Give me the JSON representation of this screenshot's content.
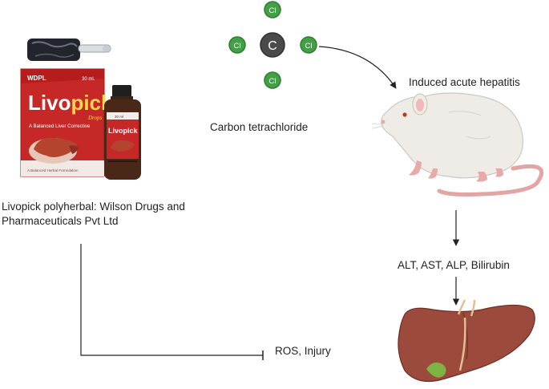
{
  "product": {
    "volume": "30 ml.",
    "brand_prefix": "Livo",
    "brand_suffix": "pick",
    "form": "Drops",
    "tagline": "A Balanced Liver Corrective",
    "footer": "A Balanced Herbal Formulation",
    "maker_logo": "WDPL",
    "bottle_brand": "Livopick",
    "bottle_volume": "30 ml"
  },
  "molecule": {
    "center": "C",
    "top": "Cl",
    "left": "Cl",
    "right": "Cl",
    "bottom": "Cl",
    "label": "Carbon tetrachloride"
  },
  "labels": {
    "product_line1": "Livopick polyherbal: Wilson Drugs and",
    "product_line2": "Pharmaceuticals Pvt Ltd",
    "hepatitis": "Induced acute hepatitis",
    "markers": "ALT, AST, ALP, Bilirubin",
    "ros": "ROS, Injury"
  },
  "colors": {
    "box_red": "#c62828",
    "atom_green": "#43a047",
    "atom_dark": "#4a4a4a",
    "liver": "#9c4a3c",
    "rat_body": "#efece8",
    "rat_pink": "#e8a9a9",
    "line": "#222222"
  }
}
